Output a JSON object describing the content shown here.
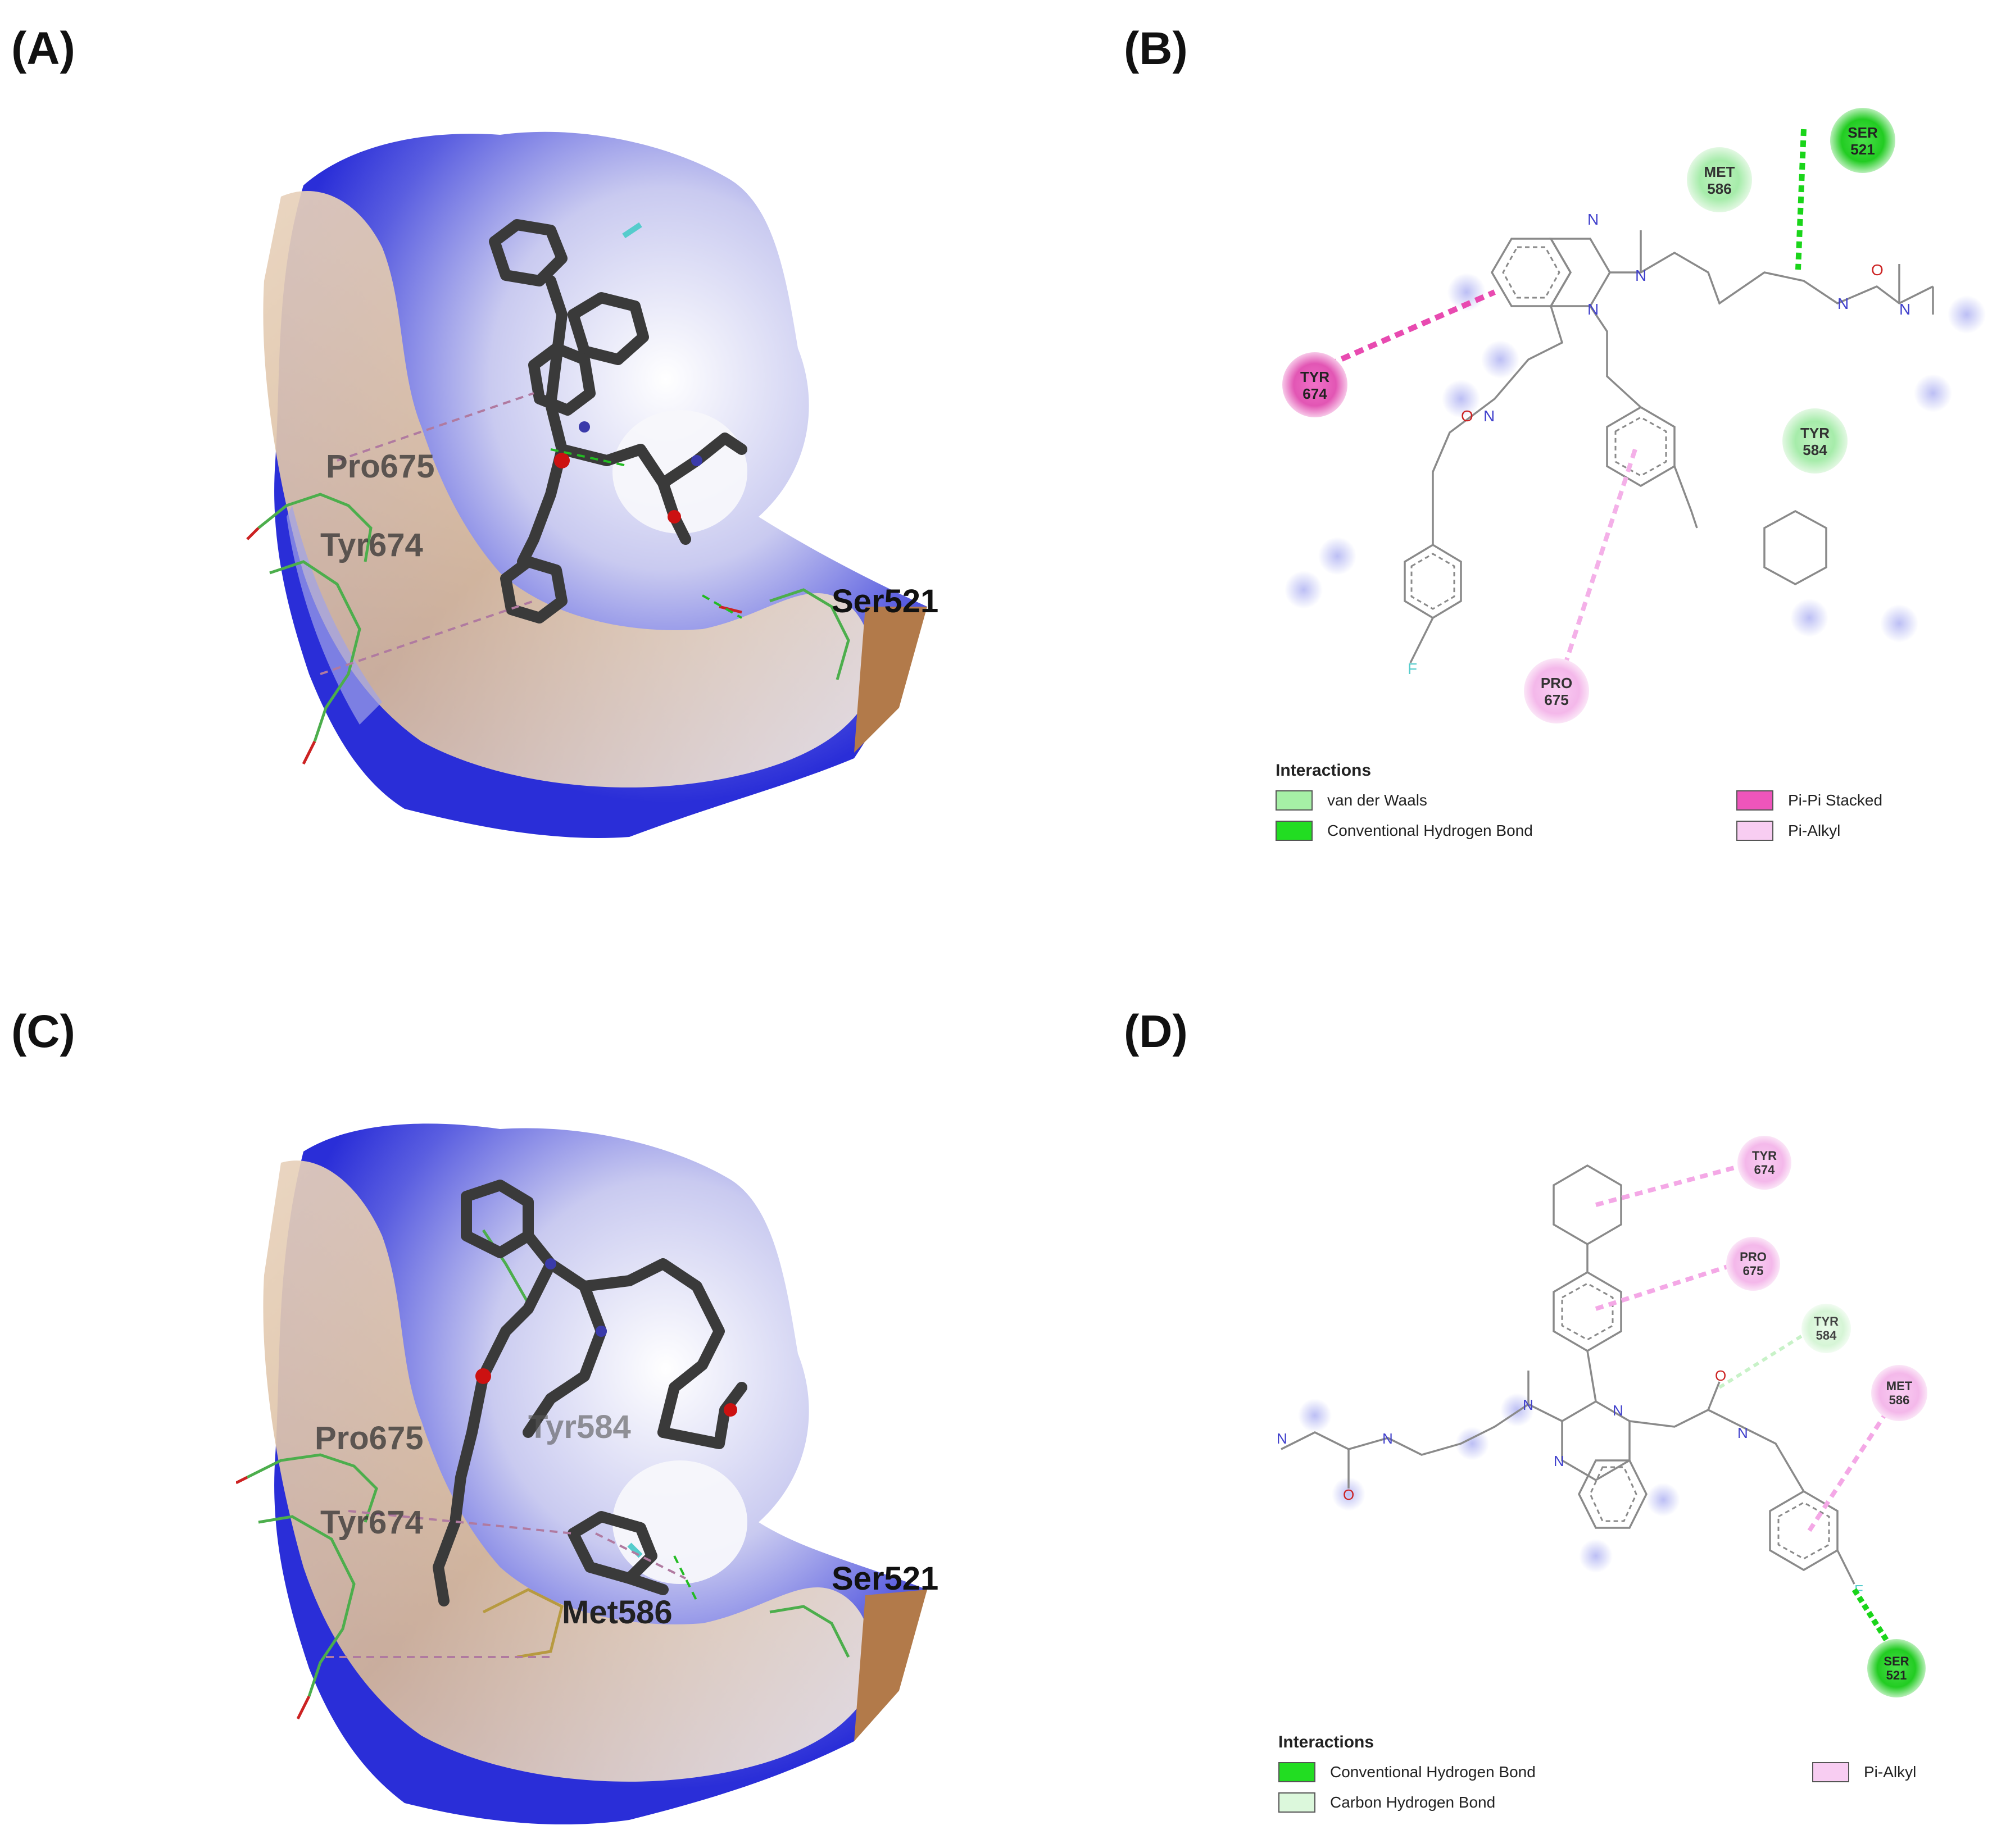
{
  "panels": {
    "a": {
      "label": "(A)",
      "residues": {
        "pro675": "Pro675",
        "tyr674": "Tyr674",
        "ser521": "Ser521"
      }
    },
    "b": {
      "label": "(B)",
      "residues": {
        "met586": [
          "MET",
          "586"
        ],
        "ser521": [
          "SER",
          "521"
        ],
        "tyr674": [
          "TYR",
          "674"
        ],
        "tyr584": [
          "TYR",
          "584"
        ],
        "pro675": [
          "PRO",
          "675"
        ]
      },
      "atoms": {
        "n": "N",
        "o": "O",
        "f": "F"
      },
      "legend": {
        "title": "Interactions",
        "items": [
          {
            "label": "van der Waals",
            "color": "#a6f0a6"
          },
          {
            "label": "Conventional Hydrogen Bond",
            "color": "#22dd22"
          },
          {
            "label": "Pi-Pi Stacked",
            "color": "#ee55bb"
          },
          {
            "label": "Pi-Alkyl",
            "color": "#f8cdf2"
          }
        ]
      }
    },
    "c": {
      "label": "(C)",
      "residues": {
        "pro675": "Pro675",
        "tyr584": "Tyr584",
        "tyr674": "Tyr674",
        "met586": "Met586",
        "ser521": "Ser521"
      }
    },
    "d": {
      "label": "(D)",
      "residues": {
        "tyr674": [
          "TYR",
          "674"
        ],
        "pro675": [
          "PRO",
          "675"
        ],
        "tyr584": [
          "TYR",
          "584"
        ],
        "met586": [
          "MET",
          "586"
        ],
        "ser521": [
          "SER",
          "521"
        ]
      },
      "atoms": {
        "n": "N",
        "o": "O",
        "f": "F"
      },
      "legend": {
        "title": "Interactions",
        "items": [
          {
            "label": "Conventional Hydrogen Bond",
            "color": "#22dd22"
          },
          {
            "label": "Carbon Hydrogen Bond",
            "color": "#dcf8dc"
          },
          {
            "label": "Pi-Alkyl",
            "color": "#f8cdf2"
          }
        ]
      }
    }
  }
}
